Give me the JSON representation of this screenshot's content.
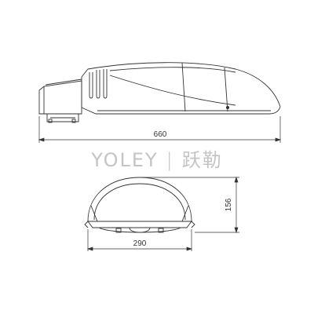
{
  "drawing": {
    "side_view": {
      "length_label": "660"
    },
    "front_view": {
      "width_label": "290",
      "height_label": "156"
    }
  },
  "brand": {
    "latin": "YOLEY",
    "separator": "|",
    "chinese": "跃勒",
    "color": "#c4c4c4"
  },
  "colors": {
    "line": "#333333",
    "fill": "#ffffff"
  }
}
